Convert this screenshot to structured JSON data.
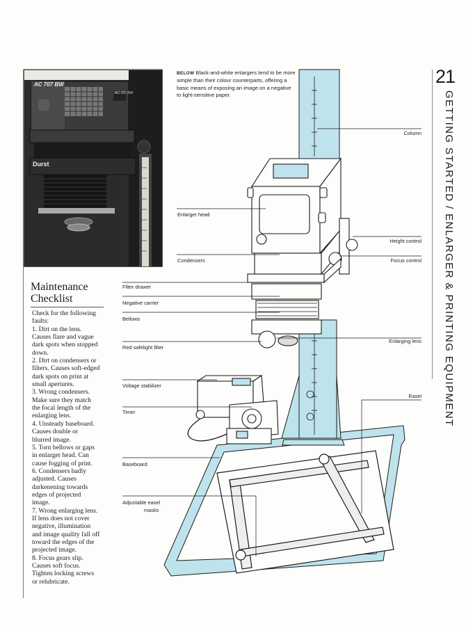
{
  "page": {
    "number": "21",
    "running_head": "GETTING STARTED / ENLARGER & PRINTING EQUIPMENT"
  },
  "photo": {
    "model_plate": "AC 707 BW",
    "model_small": "AC 707 BW",
    "brand": "Durst"
  },
  "caption": {
    "lead": "BELOW",
    "text": " Black-and-white enlargers tend to be more simple than their colour counterparts, offering a basic means of exposing an image on a negative to light-sensitive paper."
  },
  "labels": {
    "column": "Column",
    "enlarger_head": "Enlarger head",
    "height_control": "Height control",
    "condensers": "Condensers",
    "focus_control": "Focus control",
    "filter_drawer": "Filter drawer",
    "negative_carrier": "Negative carrier",
    "bellows": "Bellows",
    "enlarging_lens": "Enlarging lens",
    "red_safelight": "Red safelight filter",
    "voltage_stabilizer": "Voltage stabilizer",
    "easel": "Easel",
    "timer": "Timer",
    "baseboard": "Baseboard",
    "easel_masks_1": "Adjustable easel",
    "easel_masks_2": "masks"
  },
  "maintenance": {
    "title_1": "Maintenance",
    "title_2": "Checklist",
    "lines": [
      "Check for the following",
      "faults:",
      "1. Dirt on the lens.",
      "Causes flare and vague",
      "dark spots when stopped",
      "down.",
      "2. Dirt on condensers or",
      "filters. Causes soft-edged",
      "dark spots on print at",
      "small apertures.",
      "3. Wrong condensers.",
      "Make sure they match",
      "the focal length of the",
      "enlarging lens.",
      "4. Unsteady baseboard.",
      "Causes double or",
      "blurred image.",
      "5. Torn bellows or gaps",
      "in enlarger head. Can",
      "cause fogging of print.",
      "6. Condensers badly",
      "adjusted. Causes",
      "darkenening towards",
      "edges of projected",
      "image.",
      "7. Wrong enlarging lens.",
      "If lens does not cover",
      "negative, illumination",
      "and image quality fall off",
      "toward the edges of the",
      "projected image.",
      "8. Focus gears slip.",
      "Causes soft focus.",
      "Tighten locking screws",
      "or relubricate."
    ]
  },
  "colors": {
    "accent_blue": "#bfe3ec",
    "ink": "#1a1a1a"
  }
}
